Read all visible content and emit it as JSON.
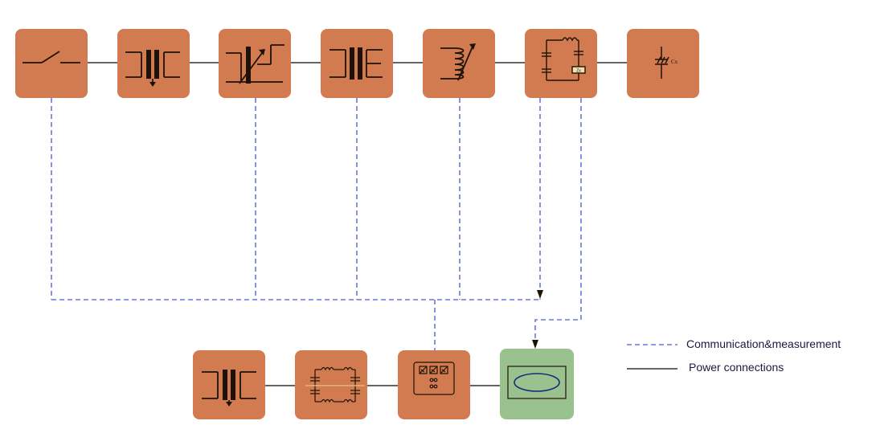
{
  "colors": {
    "block_fill": "#d27b50",
    "block_fill_green": "#99c28f",
    "power_line": "#333333",
    "comm_line": "#6b78d6",
    "symbol_stroke": "#1e1208"
  },
  "legend": {
    "communication_label": "Communication&measurement",
    "power_label": "Power connections"
  },
  "blocks": {
    "switch": {
      "icon": "switch-icon"
    },
    "step_transformer": {
      "icon": "transformer-icon"
    },
    "regulator": {
      "icon": "variable-transformer-icon"
    },
    "transformer_2": {
      "icon": "transformer-icon"
    },
    "reactor": {
      "icon": "variable-reactor-icon"
    },
    "filter_divider": {
      "icon": "capacitor-divider-icon",
      "label": "Zx"
    },
    "test_object": {
      "icon": "capacitor-icon",
      "label": "Cx"
    },
    "aux_transformer": {
      "icon": "transformer-icon"
    },
    "filter_unit": {
      "icon": "lc-filter-icon"
    },
    "control_panel": {
      "icon": "control-panel-icon"
    },
    "oscilloscope": {
      "icon": "oscilloscope-display-icon"
    }
  }
}
